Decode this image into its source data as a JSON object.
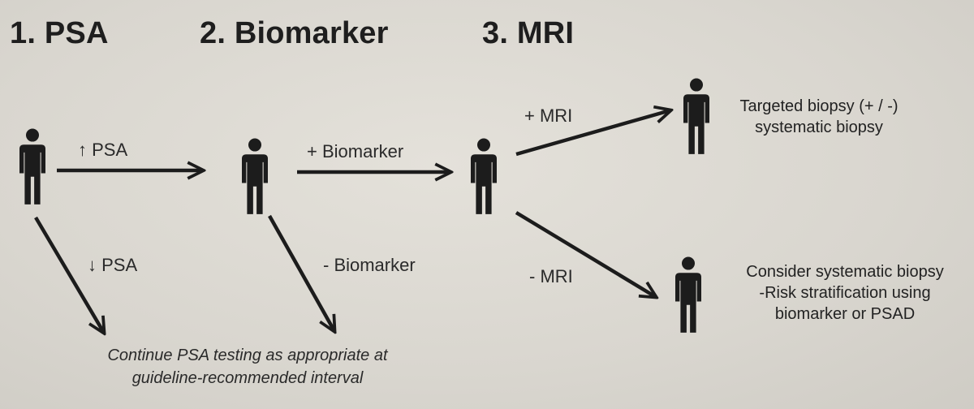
{
  "steps": [
    {
      "title": "1. PSA"
    },
    {
      "title": "2. Biomarker"
    },
    {
      "title": "3. MRI"
    }
  ],
  "arrows": {
    "psa_up": "↑ PSA",
    "psa_down": "↓ PSA",
    "biomarker_pos": "+ Biomarker",
    "biomarker_neg": "- Biomarker",
    "mri_pos": "+ MRI",
    "mri_neg": "- MRI"
  },
  "outcomes": {
    "positive_mri": {
      "line1": "Targeted biopsy (+ / -)",
      "line2": "systematic biopsy"
    },
    "negative_mri": {
      "line1": "Consider systematic biopsy",
      "line2": "-Risk stratification using",
      "line3": "biomarker or PSAD"
    }
  },
  "note": {
    "line1": "Continue PSA testing as appropriate at",
    "line2": "guideline-recommended interval"
  },
  "icons": {
    "person": "person-icon",
    "arrow": "arrow-icon"
  },
  "colors": {
    "background": "#dcd9d2",
    "ink": "#1c1c1c"
  }
}
